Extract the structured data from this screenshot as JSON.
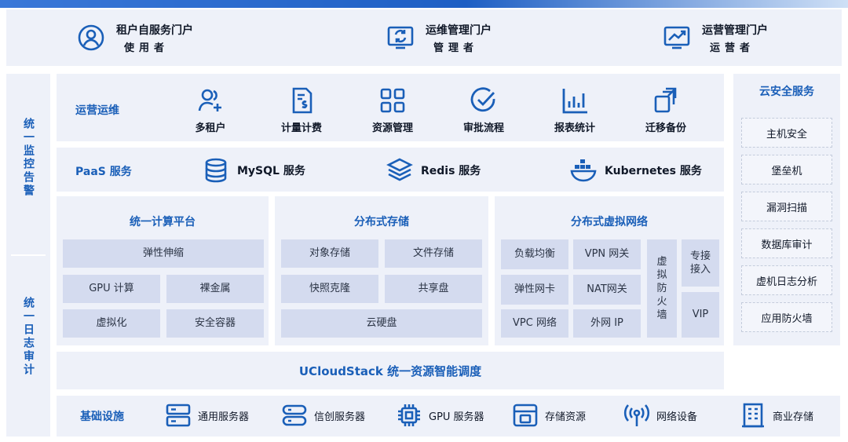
{
  "portals": [
    {
      "title": "租户自服务门户",
      "role": "使用者",
      "icon": "user-circle-icon"
    },
    {
      "title": "运维管理门户",
      "role": "管理者",
      "icon": "monitor-sync-icon"
    },
    {
      "title": "运营管理门户",
      "role": "运营者",
      "icon": "monitor-chart-icon"
    }
  ],
  "left_sidebar": {
    "monitor_alert": "统一监控告警",
    "log_audit": "统一日志审计"
  },
  "ops_row": {
    "label": "运营运维",
    "items": [
      {
        "label": "多租户",
        "icon": "users-add-icon"
      },
      {
        "label": "计量计费",
        "icon": "billing-doc-icon"
      },
      {
        "label": "资源管理",
        "icon": "grid-icon"
      },
      {
        "label": "审批流程",
        "icon": "check-circle-icon"
      },
      {
        "label": "报表统计",
        "icon": "bar-chart-icon"
      },
      {
        "label": "迁移备份",
        "icon": "migrate-icon"
      }
    ]
  },
  "paas_row": {
    "label": "PaaS 服务",
    "items": [
      {
        "label": "MySQL 服务",
        "icon": "database-icon"
      },
      {
        "label": "Redis 服务",
        "icon": "layers-icon"
      },
      {
        "label": "Kubernetes 服务",
        "icon": "containers-icon"
      }
    ]
  },
  "compute": {
    "title": "统一计算平台",
    "elastic": "弹性伸缩",
    "gpu": "GPU 计算",
    "bare_metal": "裸金属",
    "virtualization": "虚拟化",
    "secure_container": "安全容器"
  },
  "storage": {
    "title": "分布式存储",
    "object": "对象存储",
    "file": "文件存储",
    "snapshot": "快照克隆",
    "shared_disk": "共享盘",
    "cloud_disk": "云硬盘"
  },
  "network": {
    "title": "分布式虚拟网络",
    "lb": "负载均衡",
    "vpn": "VPN 网关",
    "eni": "弹性网卡",
    "nat": "NAT网关",
    "vpc": "VPC 网络",
    "eip": "外网 IP",
    "vfw": "虚拟防火墙",
    "dedicated": "专接接入",
    "vip": "VIP"
  },
  "scheduler": "UCloudStack 统一资源智能调度",
  "infra_row": {
    "label": "基础设施",
    "items": [
      {
        "label": "通用服务器",
        "icon": "server-icon"
      },
      {
        "label": "信创服务器",
        "icon": "server-alt-icon"
      },
      {
        "label": "GPU 服务器",
        "icon": "chip-icon"
      },
      {
        "label": "存储资源",
        "icon": "storage-icon"
      },
      {
        "label": "网络设备",
        "icon": "antenna-icon"
      },
      {
        "label": "商业存储",
        "icon": "building-icon"
      }
    ]
  },
  "security": {
    "title": "云安全服务",
    "items": [
      "主机安全",
      "堡垒机",
      "漏洞扫描",
      "数据库审计",
      "虚机日志分析",
      "应用防火墙"
    ]
  },
  "colors": {
    "accent": "#1a5fb8",
    "panel": "#eef1f9",
    "cell": "#d4dbef"
  }
}
